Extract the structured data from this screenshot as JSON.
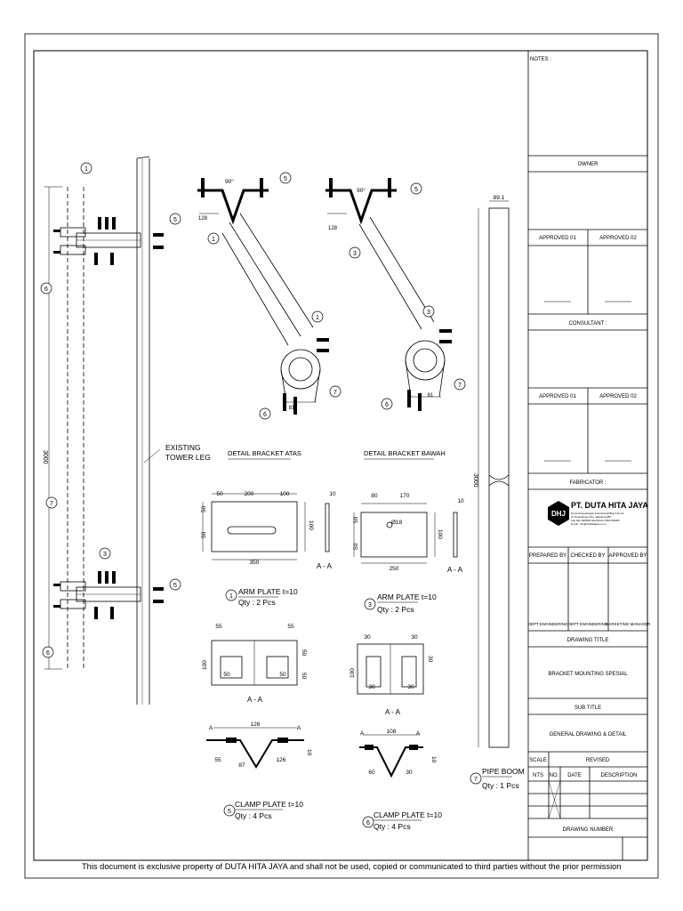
{
  "title_block": {
    "notes": "NOTES :",
    "owner": "OWNER",
    "approved_1": "APPROVED 01",
    "approved_2": "APPROVED 02",
    "consultant": "CONSULTANT :",
    "approved_3": "APPROVED 01",
    "approved_4": "APPROVED 02",
    "fabricator": "FABRICATOR :",
    "company": "PT. DUTA HITA JAYA",
    "logo": "DHJ",
    "company_lines": [
      "Taman Pergudangan Internasional Blok A No.21",
      "Jl. Pergudangan Tan, Jakarta 14250",
      "Telp 021 4600000 Handphone 0812 000000",
      "E-mail : info@dutahitajaya.co.id"
    ],
    "prepared_by": "PREPARED BY",
    "checked_by": "CHECKED BY",
    "approved_by": "APPROVED BY",
    "sig_1": "DEPT ENGINEERING",
    "sig_2": "DEPT ENGINEERING",
    "sig_3": "MARKETING MANAGER",
    "drawing_title_label": "DRAWING TITLE",
    "drawing_title": "BRACKET MOUNTING SPESIAL",
    "subtitle_label": "SUB TITLE",
    "subtitle": "GENERAL DRAWING & DETAIL",
    "scale": "SCALE",
    "revised": "REVISED",
    "rev_cols": [
      "NTS",
      "NO.",
      "DATE",
      "DESCRIPTION"
    ],
    "drawing_number": "DRAWING NUMBER"
  },
  "footer": "This document is exclusive property of DUTA HITA JAYA and shall not be used, copied or communicated to third parties without the prior permission",
  "labels": {
    "existing": "EXISTING",
    "tower_leg": "TOWER LEG",
    "dim_3000": "3000",
    "detail_atas": "DETAIL BRACKET ATAS",
    "detail_bawah": "DETAIL BRACKET BAWAH",
    "arm_plate_1": "ARM PLATE t=10",
    "arm_plate_1_qty": "Qty : 2 Pcs",
    "arm_plate_3": "ARM PLATE t=10",
    "arm_plate_3_qty": "Qty : 2 Pcs",
    "clamp_plate_5": "CLAMP PLATE t=10",
    "clamp_plate_5_qty": "Qty : 4 Pcs",
    "clamp_plate_6": "CLAMP PLATE t=10",
    "clamp_plate_6_qty": "Qty : 4 Pcs",
    "pipe_boom": "PIPE BOOM",
    "pipe_boom_qty": "Qty : 1 Pcs",
    "section_aa": "A - A",
    "dim_89": "89.1",
    "dim_3000_pipe": "3000"
  }
}
